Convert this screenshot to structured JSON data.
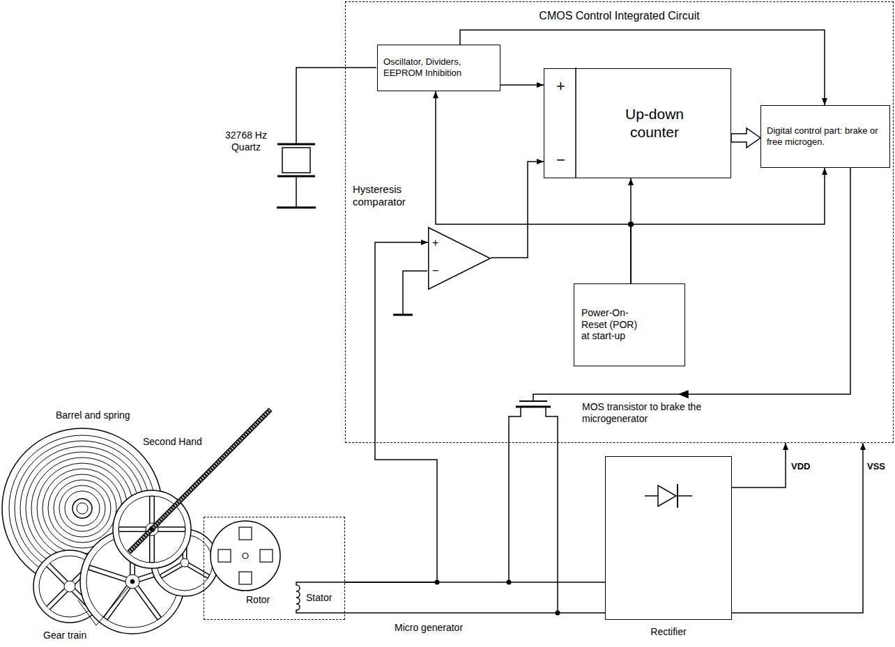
{
  "diagram": {
    "nodes": [
      {
        "text": [
          "CMOS Control Integrated Circuit"
        ]
      },
      {
        "text": [
          "Oscillator, Dividers, EEPROM Inhibition"
        ],
        "in": 0
      },
      {
        "text": [
          "+",
          "−",
          "Up-down counter"
        ],
        "in": 0
      },
      {
        "text": [
          "Digital control part: brake or free microgen."
        ],
        "in": 0
      },
      {
        "text": [
          "Hysteresis comparator",
          "+",
          "−"
        ],
        "in": 0
      },
      {
        "text": [
          "Power-On-Reset (POR) at start-up"
        ],
        "in": 0
      },
      {
        "text": [
          "Rotor",
          "Stator",
          "Micro generator"
        ]
      },
      {
        "text": [
          "Rectifier"
        ]
      }
    ],
    "edges": [
      {
        "from": 1,
        "to": 2,
        "arrow": "to"
      },
      {
        "from": 1,
        "to": 3,
        "arrow": "to"
      },
      {
        "from": 2,
        "to": 3,
        "arrow": "to"
      },
      {
        "from": 4,
        "to": 2,
        "arrow": "to"
      },
      {
        "from": 5,
        "to": 1,
        "arrow": "to"
      },
      {
        "from": 5,
        "to": 2,
        "arrow": "to"
      },
      {
        "from": 5,
        "to": 3,
        "arrow": "to"
      },
      {
        "from": 6,
        "to": 4,
        "arrow": "to"
      },
      {
        "from": 6,
        "to": 7,
        "arrow": "none"
      },
      {
        "from": 6,
        "to": 7,
        "arrow": "none"
      },
      {
        "from": 7,
        "to": 0,
        "label": "VDD",
        "arrow": "to"
      },
      {
        "from": 7,
        "to": 0,
        "label": "VSS",
        "arrow": "to"
      }
    ],
    "labels": [
      "32768 Hz Quartz",
      "MOS transistor to brake the microgenerator",
      "Barrel and spring",
      "Second Hand",
      "Gear train"
    ]
  }
}
